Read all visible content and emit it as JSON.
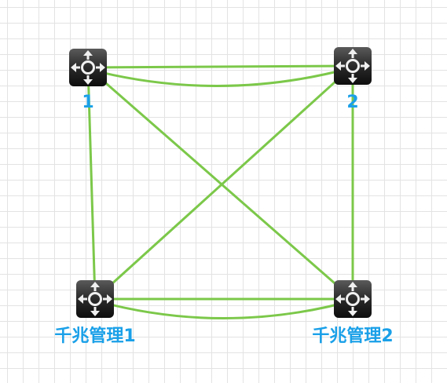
{
  "diagram": {
    "label_color": "#1aa0e8",
    "link_color": "#7cc84a",
    "device_icon": "router-icon",
    "nodes": [
      {
        "id": "sw1",
        "label": "1"
      },
      {
        "id": "sw2",
        "label": "2"
      },
      {
        "id": "gm1",
        "label": "千兆管理1"
      },
      {
        "id": "gm2",
        "label": "千兆管理2"
      }
    ],
    "links": [
      {
        "from": "sw1",
        "to": "sw2"
      },
      {
        "from": "sw1",
        "to": "sw2"
      },
      {
        "from": "sw1",
        "to": "gm1"
      },
      {
        "from": "sw1",
        "to": "gm2"
      },
      {
        "from": "sw2",
        "to": "gm1"
      },
      {
        "from": "sw2",
        "to": "gm2"
      },
      {
        "from": "gm1",
        "to": "gm2"
      },
      {
        "from": "gm1",
        "to": "gm2"
      }
    ]
  }
}
